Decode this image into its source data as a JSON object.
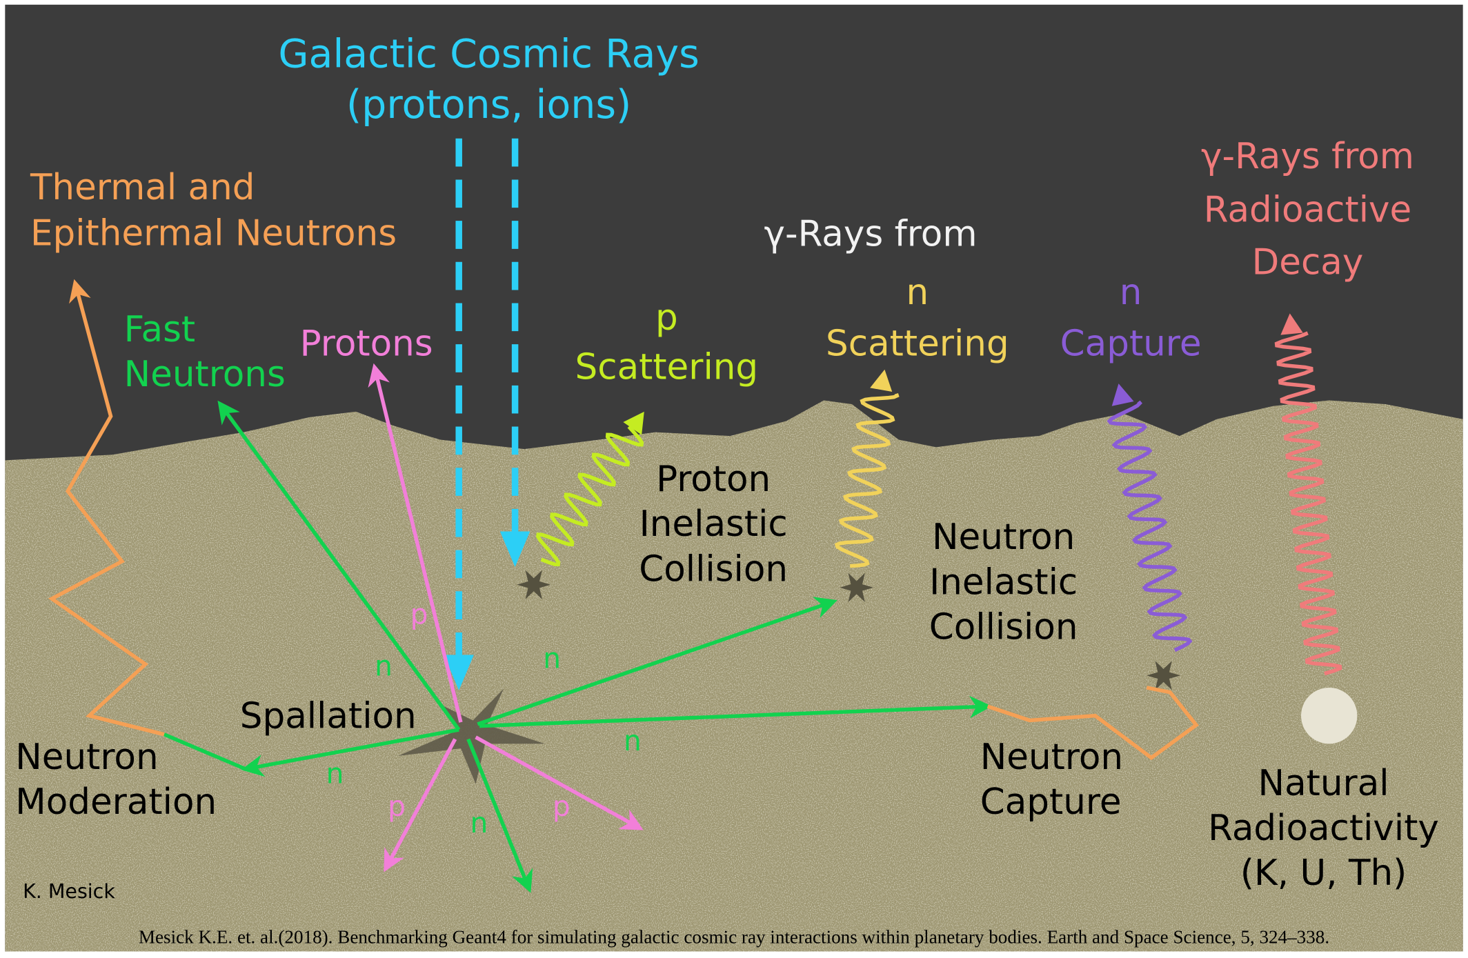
{
  "title": {
    "line1": "Galactic Cosmic Rays",
    "line2": "(protons, ions)"
  },
  "thermal": {
    "line1": "Thermal and",
    "line2": "Epithermal Neutrons"
  },
  "fast": {
    "line1": "Fast",
    "line2": "Neutrons"
  },
  "protons": "Protons",
  "p_scatter": {
    "line1": "p",
    "line2": "Scattering"
  },
  "gamma_from": "γ-Rays from",
  "n_scatter": {
    "line1": "n",
    "line2": "Scattering"
  },
  "n_capture": {
    "line1": "n",
    "line2": "Capture"
  },
  "decay": {
    "line1": "γ-Rays from",
    "line2": "Radioactive",
    "line3": "Decay"
  },
  "proton_inelastic": {
    "line1": "Proton",
    "line2": "Inelastic",
    "line3": "Collision"
  },
  "neutron_inelastic": {
    "line1": "Neutron",
    "line2": "Inelastic",
    "line3": "Collision"
  },
  "spallation": "Spallation",
  "moderation": {
    "line1": "Neutron",
    "line2": "Moderation"
  },
  "capture": {
    "line1": "Neutron",
    "line2": "Capture"
  },
  "natural": {
    "line1": "Natural",
    "line2": "Radioactivity",
    "line3": "(K, U, Th)"
  },
  "particles": {
    "p1": "p",
    "n1": "n",
    "n2": "n",
    "n3": "n",
    "n4": "n",
    "p2": "p",
    "n5": "n",
    "p3": "p"
  },
  "credit": "K. Mesick",
  "citation": "Mesick K.E. et. al.(2018). Benchmarking Geant4 for simulating galactic cosmic ray interactions within planetary bodies. Earth and Space Science, 5, 324–338.",
  "colors": {
    "sky": "#3c3c3c",
    "ground": "#9e9772",
    "cosmic": "#2ccff6",
    "thermal": "#f5a055",
    "fast": "#12d24f",
    "protons": "#f27fd9",
    "p_scatter": "#c5ec22",
    "n_scatter": "#f1d25a",
    "capture": "#8a5cd6",
    "decay": "#f07b7b"
  }
}
